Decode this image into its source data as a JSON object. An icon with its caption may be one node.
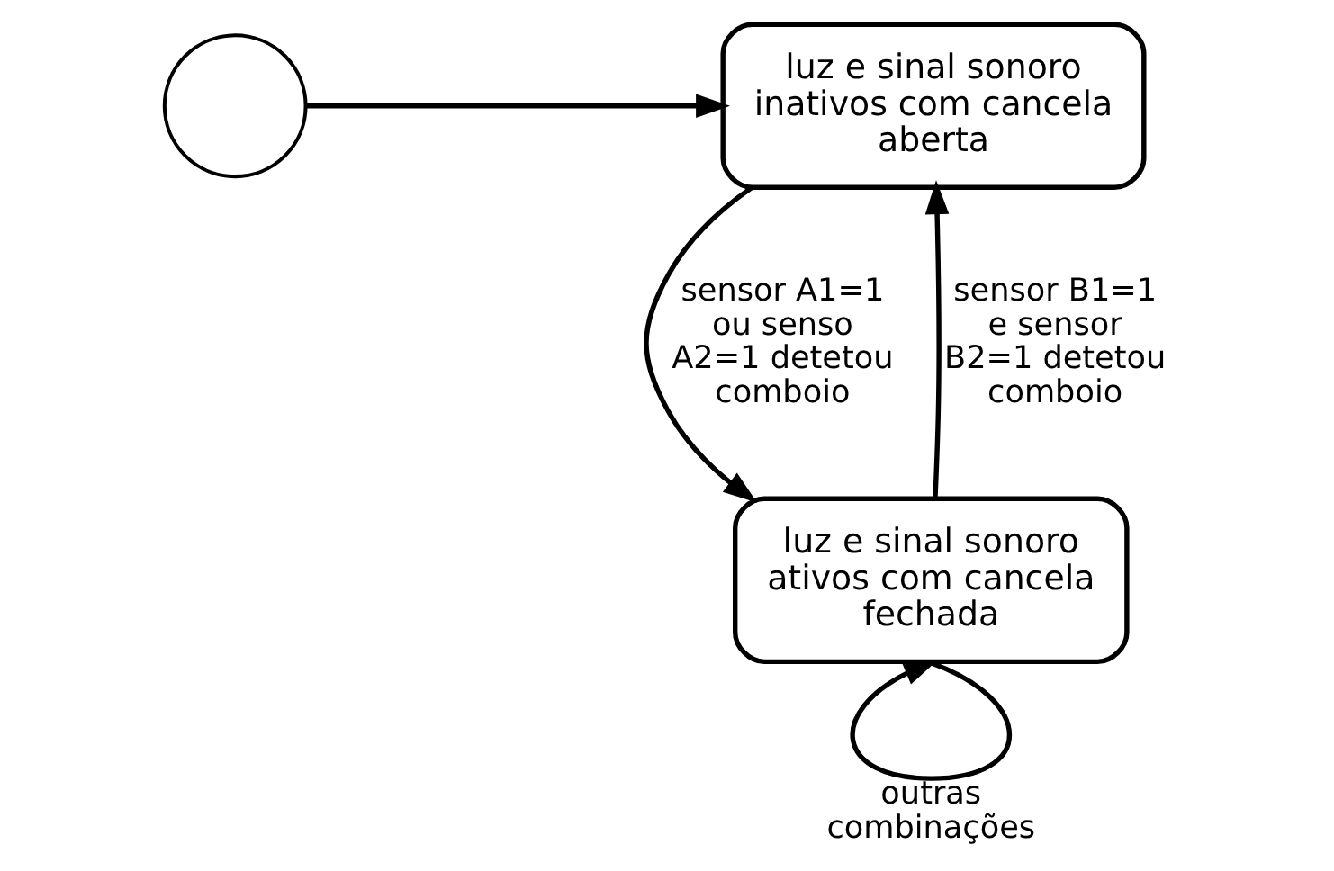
{
  "diagram": {
    "nodes": [
      {
        "text": [
          "luz e sinal sonoro inativos com cancela aberta"
        ]
      },
      {
        "text": [
          "luz e sinal sonoro ativos com cancela fechada"
        ]
      },
      {
        "text": [],
        "shape": "circle"
      }
    ],
    "edges": [
      {
        "from": 2,
        "to": 0,
        "arrow": "to"
      },
      {
        "from": 0,
        "to": 1,
        "arrow": "to",
        "label": "sensor A1=1 ou senso A2=1 detetou comboio"
      },
      {
        "from": 1,
        "to": 0,
        "arrow": "to",
        "label": "sensor B1=1 e sensor B2=1 detetou comboio"
      },
      {
        "from": 1,
        "to": 1,
        "arrow": "to",
        "label": "outras combinações"
      }
    ]
  }
}
